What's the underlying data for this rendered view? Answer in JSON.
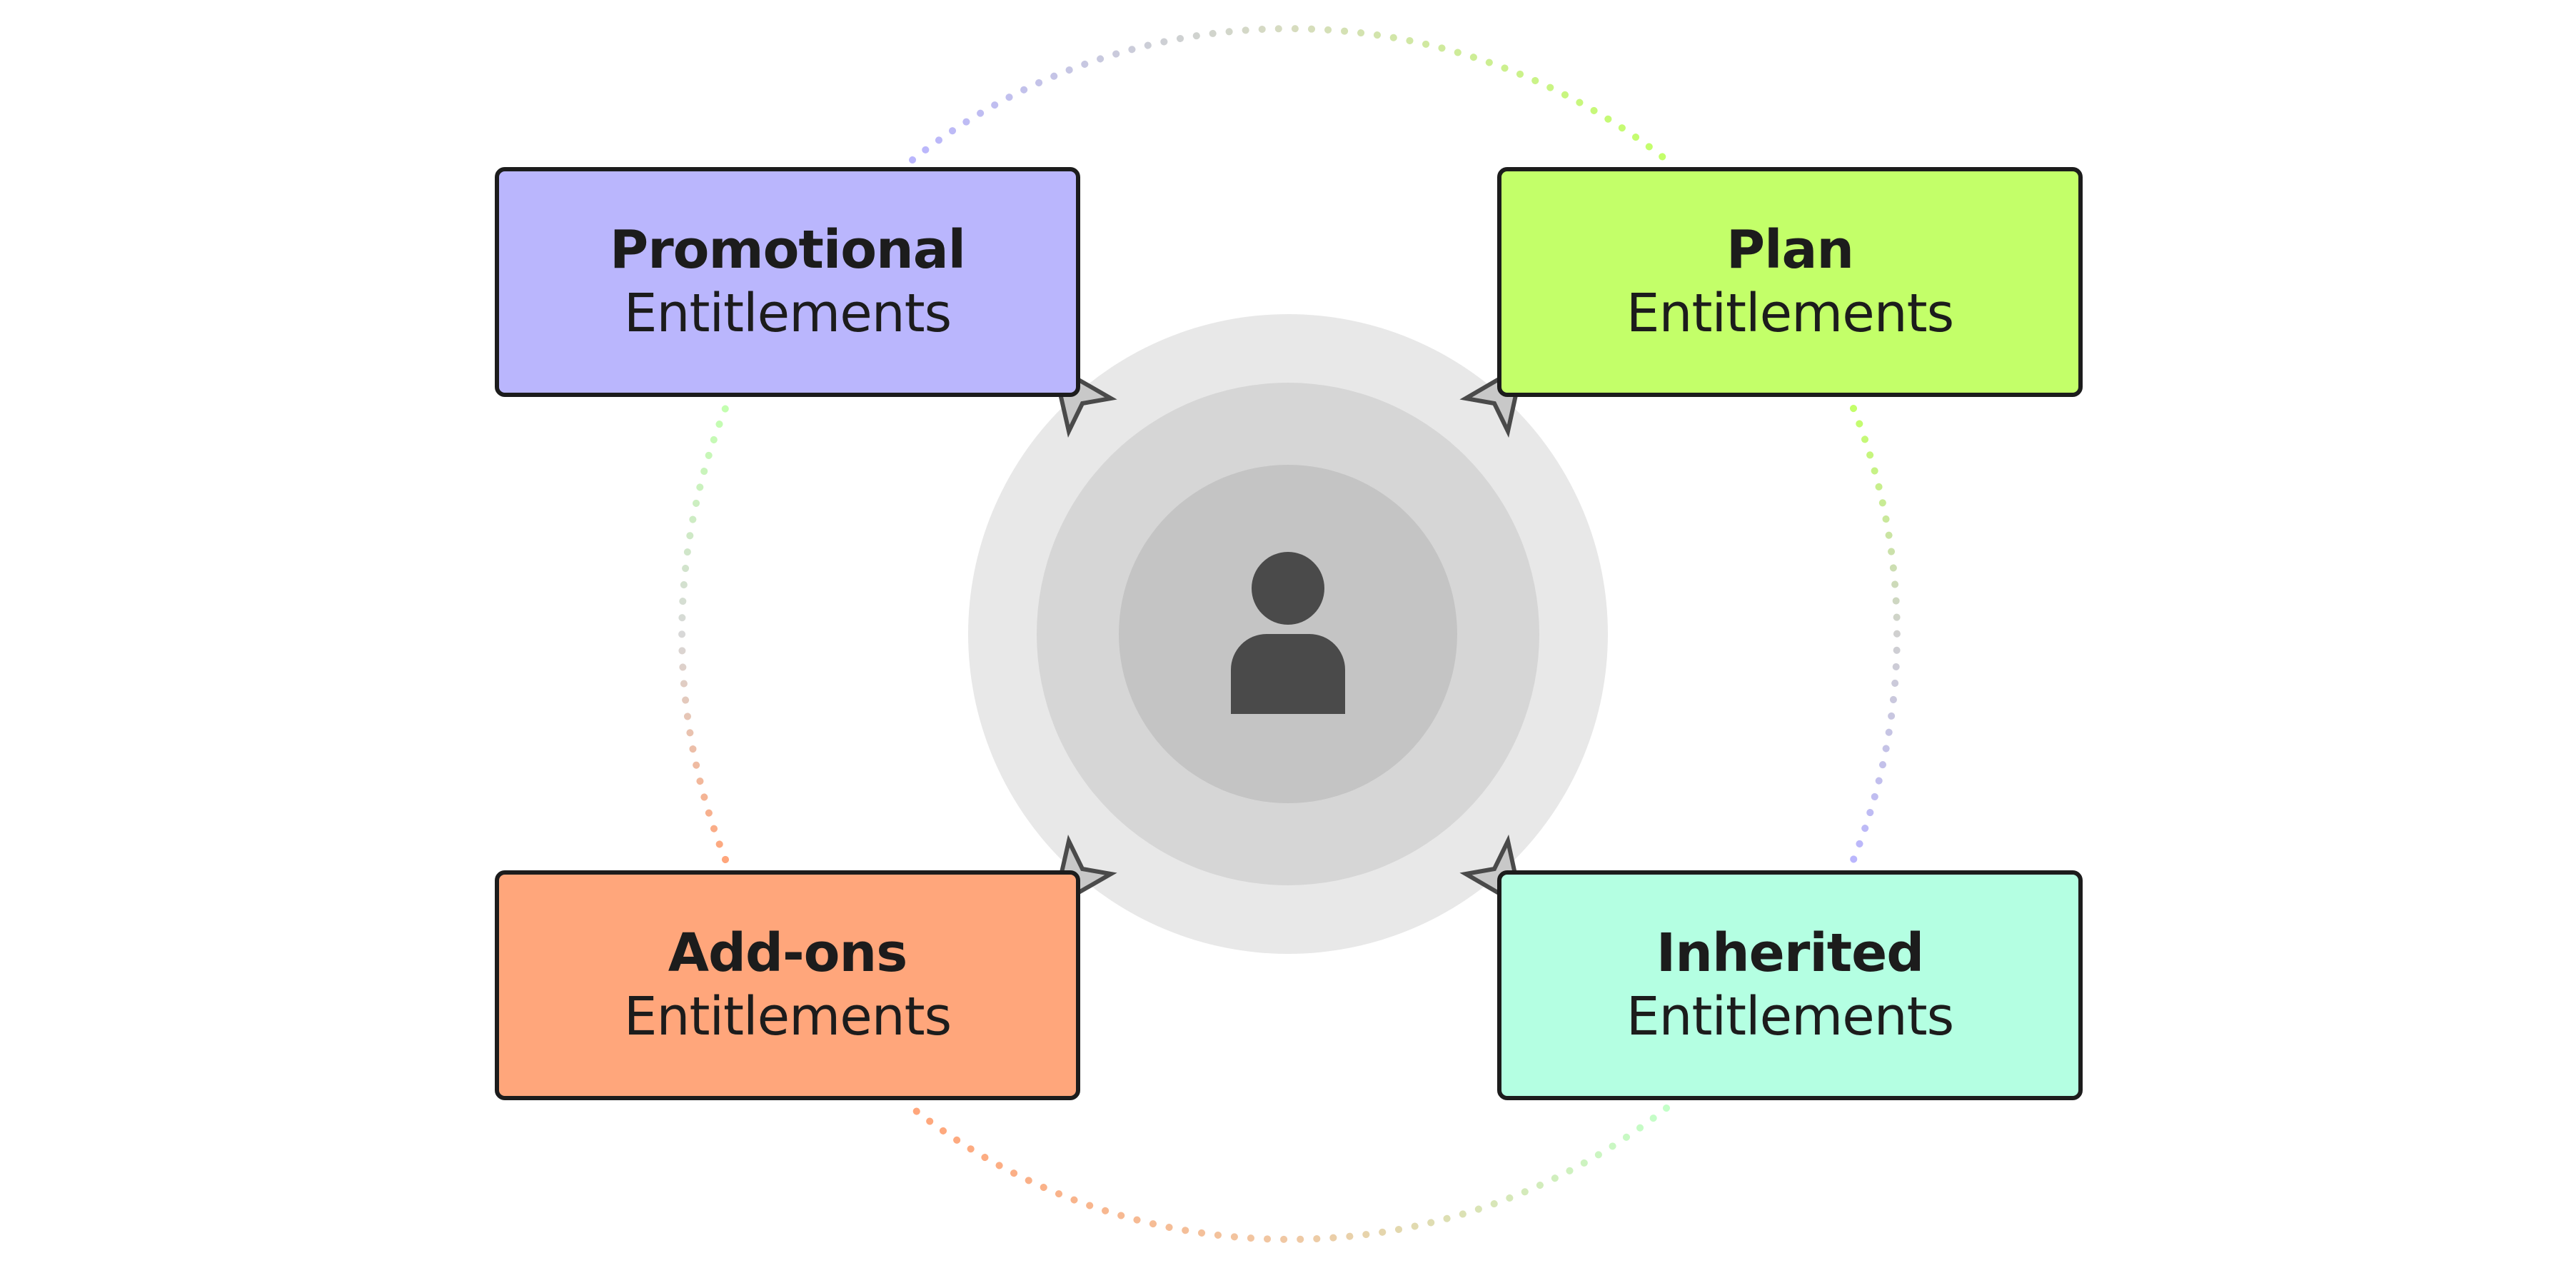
{
  "colors": {
    "promotional": "#bab6fd",
    "plan": "#c3ff69",
    "addons": "#ffa67b",
    "inherited": "#b4ffe2",
    "ring_outer": "#e8e8e8",
    "ring_middle": "#d6d6d6",
    "ring_inner": "#c4c4c4",
    "user_icon": "#4a4a4a",
    "arrow_fill": "#c8c8c8",
    "arrow_stroke": "#4a4a4a",
    "box_border": "#1c1c1c"
  },
  "center": {
    "icon": "user-icon"
  },
  "boxes": {
    "promotional": {
      "title": "Promotional",
      "subtitle": "Entitlements"
    },
    "plan": {
      "title": "Plan",
      "subtitle": "Entitlements"
    },
    "addons": {
      "title": "Add-ons",
      "subtitle": "Entitlements"
    },
    "inherited": {
      "title": "Inherited",
      "subtitle": "Entitlements"
    }
  }
}
